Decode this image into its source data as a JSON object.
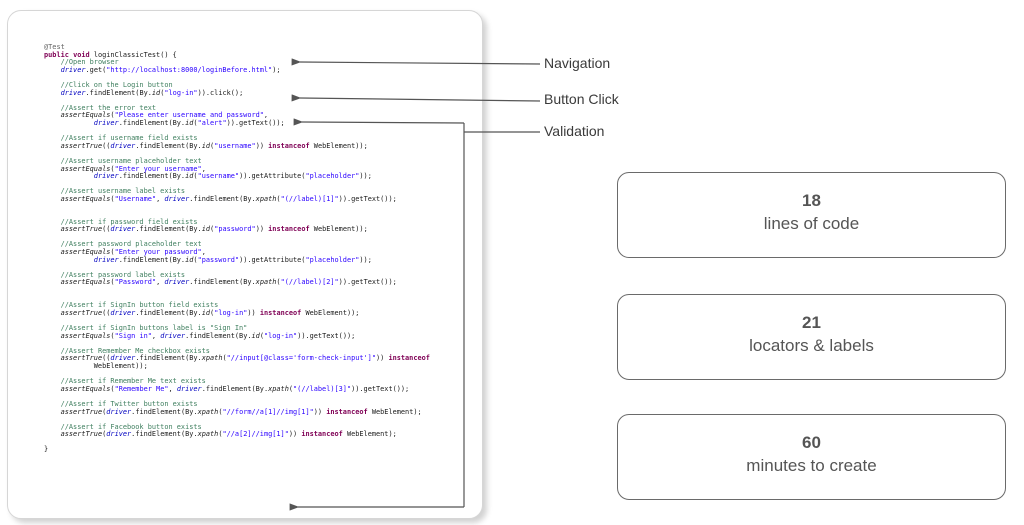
{
  "code_panel": {
    "lines": [
      [
        {
          "t": "@Test",
          "c": "ann"
        }
      ],
      [
        {
          "t": "public",
          "c": "kw"
        },
        {
          "t": " "
        },
        {
          "t": "void",
          "c": "kw"
        },
        {
          "t": " loginClassicTest() {"
        }
      ],
      [
        {
          "t": "    "
        },
        {
          "t": "//Open browser",
          "c": "comment"
        }
      ],
      [
        {
          "t": "    "
        },
        {
          "t": "driver",
          "c": "var"
        },
        {
          "t": ".get("
        },
        {
          "t": "\"http://localhost:8000/loginBefore.html\"",
          "c": "str"
        },
        {
          "t": ");"
        }
      ],
      [
        {
          "t": ""
        }
      ],
      [
        {
          "t": "    "
        },
        {
          "t": "//Click on the Login button",
          "c": "comment"
        }
      ],
      [
        {
          "t": "    "
        },
        {
          "t": "driver",
          "c": "var"
        },
        {
          "t": ".findElement(By."
        },
        {
          "t": "id",
          "c": "static"
        },
        {
          "t": "("
        },
        {
          "t": "\"log-in\"",
          "c": "str"
        },
        {
          "t": ")).click();"
        }
      ],
      [
        {
          "t": ""
        }
      ],
      [
        {
          "t": "    "
        },
        {
          "t": "//Assert the error text",
          "c": "comment"
        }
      ],
      [
        {
          "t": "    "
        },
        {
          "t": "assertEquals",
          "c": "static"
        },
        {
          "t": "("
        },
        {
          "t": "\"Please enter username and password\"",
          "c": "str"
        },
        {
          "t": ","
        }
      ],
      [
        {
          "t": "            "
        },
        {
          "t": "driver",
          "c": "var"
        },
        {
          "t": ".findElement(By."
        },
        {
          "t": "id",
          "c": "static"
        },
        {
          "t": "("
        },
        {
          "t": "\"alert\"",
          "c": "str"
        },
        {
          "t": ")).getText());"
        }
      ],
      [
        {
          "t": ""
        }
      ],
      [
        {
          "t": "    "
        },
        {
          "t": "//Assert if username field exists",
          "c": "comment"
        }
      ],
      [
        {
          "t": "    "
        },
        {
          "t": "assertTrue",
          "c": "static"
        },
        {
          "t": "(("
        },
        {
          "t": "driver",
          "c": "var"
        },
        {
          "t": ".findElement(By."
        },
        {
          "t": "id",
          "c": "static"
        },
        {
          "t": "("
        },
        {
          "t": "\"username\"",
          "c": "str"
        },
        {
          "t": ")) "
        },
        {
          "t": "instanceof",
          "c": "kw"
        },
        {
          "t": " WebElement));"
        }
      ],
      [
        {
          "t": ""
        }
      ],
      [
        {
          "t": "    "
        },
        {
          "t": "//Assert username placeholder text",
          "c": "comment"
        }
      ],
      [
        {
          "t": "    "
        },
        {
          "t": "assertEquals",
          "c": "static"
        },
        {
          "t": "("
        },
        {
          "t": "\"Enter your username\"",
          "c": "str"
        },
        {
          "t": ","
        }
      ],
      [
        {
          "t": "            "
        },
        {
          "t": "driver",
          "c": "var"
        },
        {
          "t": ".findElement(By."
        },
        {
          "t": "id",
          "c": "static"
        },
        {
          "t": "("
        },
        {
          "t": "\"username\"",
          "c": "str"
        },
        {
          "t": ")).getAttribute("
        },
        {
          "t": "\"placeholder\"",
          "c": "str"
        },
        {
          "t": "));"
        }
      ],
      [
        {
          "t": ""
        }
      ],
      [
        {
          "t": "    "
        },
        {
          "t": "//Assert username label exists",
          "c": "comment"
        }
      ],
      [
        {
          "t": "    "
        },
        {
          "t": "assertEquals",
          "c": "static"
        },
        {
          "t": "("
        },
        {
          "t": "\"Username\"",
          "c": "str"
        },
        {
          "t": ", "
        },
        {
          "t": "driver",
          "c": "var"
        },
        {
          "t": ".findElement(By."
        },
        {
          "t": "xpath",
          "c": "static"
        },
        {
          "t": "("
        },
        {
          "t": "\"(//label)[1]\"",
          "c": "str"
        },
        {
          "t": ")).getText());"
        }
      ],
      [
        {
          "t": ""
        }
      ],
      [
        {
          "t": ""
        }
      ],
      [
        {
          "t": "    "
        },
        {
          "t": "//Assert if password field exists",
          "c": "comment"
        }
      ],
      [
        {
          "t": "    "
        },
        {
          "t": "assertTrue",
          "c": "static"
        },
        {
          "t": "(("
        },
        {
          "t": "driver",
          "c": "var"
        },
        {
          "t": ".findElement(By."
        },
        {
          "t": "id",
          "c": "static"
        },
        {
          "t": "("
        },
        {
          "t": "\"password\"",
          "c": "str"
        },
        {
          "t": ")) "
        },
        {
          "t": "instanceof",
          "c": "kw"
        },
        {
          "t": " WebElement));"
        }
      ],
      [
        {
          "t": ""
        }
      ],
      [
        {
          "t": "    "
        },
        {
          "t": "//Assert password placeholder text",
          "c": "comment"
        }
      ],
      [
        {
          "t": "    "
        },
        {
          "t": "assertEquals",
          "c": "static"
        },
        {
          "t": "("
        },
        {
          "t": "\"Enter your password\"",
          "c": "str"
        },
        {
          "t": ","
        }
      ],
      [
        {
          "t": "            "
        },
        {
          "t": "driver",
          "c": "var"
        },
        {
          "t": ".findElement(By."
        },
        {
          "t": "id",
          "c": "static"
        },
        {
          "t": "("
        },
        {
          "t": "\"password\"",
          "c": "str"
        },
        {
          "t": ")).getAttribute("
        },
        {
          "t": "\"placeholder\"",
          "c": "str"
        },
        {
          "t": "));"
        }
      ],
      [
        {
          "t": ""
        }
      ],
      [
        {
          "t": "    "
        },
        {
          "t": "//Assert password label exists",
          "c": "comment"
        }
      ],
      [
        {
          "t": "    "
        },
        {
          "t": "assertEquals",
          "c": "static"
        },
        {
          "t": "("
        },
        {
          "t": "\"Password\"",
          "c": "str"
        },
        {
          "t": ", "
        },
        {
          "t": "driver",
          "c": "var"
        },
        {
          "t": ".findElement(By."
        },
        {
          "t": "xpath",
          "c": "static"
        },
        {
          "t": "("
        },
        {
          "t": "\"(//label)[2]\"",
          "c": "str"
        },
        {
          "t": ")).getText());"
        }
      ],
      [
        {
          "t": ""
        }
      ],
      [
        {
          "t": ""
        }
      ],
      [
        {
          "t": "    "
        },
        {
          "t": "//Assert if SignIn button field exists",
          "c": "comment"
        }
      ],
      [
        {
          "t": "    "
        },
        {
          "t": "assertTrue",
          "c": "static"
        },
        {
          "t": "(("
        },
        {
          "t": "driver",
          "c": "var"
        },
        {
          "t": ".findElement(By."
        },
        {
          "t": "id",
          "c": "static"
        },
        {
          "t": "("
        },
        {
          "t": "\"log-in\"",
          "c": "str"
        },
        {
          "t": ")) "
        },
        {
          "t": "instanceof",
          "c": "kw"
        },
        {
          "t": " WebElement));"
        }
      ],
      [
        {
          "t": ""
        }
      ],
      [
        {
          "t": "    "
        },
        {
          "t": "//Assert if SignIn buttons label is \"Sign In\"",
          "c": "comment"
        }
      ],
      [
        {
          "t": "    "
        },
        {
          "t": "assertEquals",
          "c": "static"
        },
        {
          "t": "("
        },
        {
          "t": "\"Sign in\"",
          "c": "str"
        },
        {
          "t": ", "
        },
        {
          "t": "driver",
          "c": "var"
        },
        {
          "t": ".findElement(By."
        },
        {
          "t": "id",
          "c": "static"
        },
        {
          "t": "("
        },
        {
          "t": "\"log-in\"",
          "c": "str"
        },
        {
          "t": ")).getText());"
        }
      ],
      [
        {
          "t": ""
        }
      ],
      [
        {
          "t": "    "
        },
        {
          "t": "//Assert Remember Me checkbox exists",
          "c": "comment"
        }
      ],
      [
        {
          "t": "    "
        },
        {
          "t": "assertTrue",
          "c": "static"
        },
        {
          "t": "(("
        },
        {
          "t": "driver",
          "c": "var"
        },
        {
          "t": ".findElement(By."
        },
        {
          "t": "xpath",
          "c": "static"
        },
        {
          "t": "("
        },
        {
          "t": "\"//input[@class='form-check-input']\"",
          "c": "str"
        },
        {
          "t": ")) "
        },
        {
          "t": "instanceof",
          "c": "kw"
        }
      ],
      [
        {
          "t": "            WebElement));"
        }
      ],
      [
        {
          "t": ""
        }
      ],
      [
        {
          "t": "    "
        },
        {
          "t": "//Assert if Remember Me text exists",
          "c": "comment"
        }
      ],
      [
        {
          "t": "    "
        },
        {
          "t": "assertEquals",
          "c": "static"
        },
        {
          "t": "("
        },
        {
          "t": "\"Remember Me\"",
          "c": "str"
        },
        {
          "t": ", "
        },
        {
          "t": "driver",
          "c": "var"
        },
        {
          "t": ".findElement(By."
        },
        {
          "t": "xpath",
          "c": "static"
        },
        {
          "t": "("
        },
        {
          "t": "\"(//label)[3]\"",
          "c": "str"
        },
        {
          "t": ")).getText());"
        }
      ],
      [
        {
          "t": ""
        }
      ],
      [
        {
          "t": "    "
        },
        {
          "t": "//Assert if Twitter button exists",
          "c": "comment"
        }
      ],
      [
        {
          "t": "    "
        },
        {
          "t": "assertTrue",
          "c": "static"
        },
        {
          "t": "("
        },
        {
          "t": "driver",
          "c": "var"
        },
        {
          "t": ".findElement(By."
        },
        {
          "t": "xpath",
          "c": "static"
        },
        {
          "t": "("
        },
        {
          "t": "\"//form//a[1]//img[1]\"",
          "c": "str"
        },
        {
          "t": ")) "
        },
        {
          "t": "instanceof",
          "c": "kw"
        },
        {
          "t": " WebElement);"
        }
      ],
      [
        {
          "t": ""
        }
      ],
      [
        {
          "t": "    "
        },
        {
          "t": "//Assert if Facebook button exists",
          "c": "comment"
        }
      ],
      [
        {
          "t": "    "
        },
        {
          "t": "assertTrue",
          "c": "static"
        },
        {
          "t": "("
        },
        {
          "t": "driver",
          "c": "var"
        },
        {
          "t": ".findElement(By."
        },
        {
          "t": "xpath",
          "c": "static"
        },
        {
          "t": "("
        },
        {
          "t": "\"//a[2]//img[1]\"",
          "c": "str"
        },
        {
          "t": ")) "
        },
        {
          "t": "instanceof",
          "c": "kw"
        },
        {
          "t": " WebElement);"
        }
      ],
      [
        {
          "t": ""
        }
      ],
      [
        {
          "t": "}"
        }
      ]
    ]
  },
  "annotations": [
    {
      "label": "Navigation"
    },
    {
      "label": "Button Click"
    },
    {
      "label": "Validation"
    }
  ],
  "stats": [
    {
      "value": "18",
      "caption": "lines of code"
    },
    {
      "value": "21",
      "caption": "locators & labels"
    },
    {
      "value": "60",
      "caption": "minutes to create"
    }
  ],
  "colors": {
    "comment": "#3f7f5f",
    "keyword": "#7f0055",
    "string": "#2a00ff",
    "variable": "#0000c0",
    "arrow": "#555555",
    "box_border": "#6a6a6a"
  }
}
